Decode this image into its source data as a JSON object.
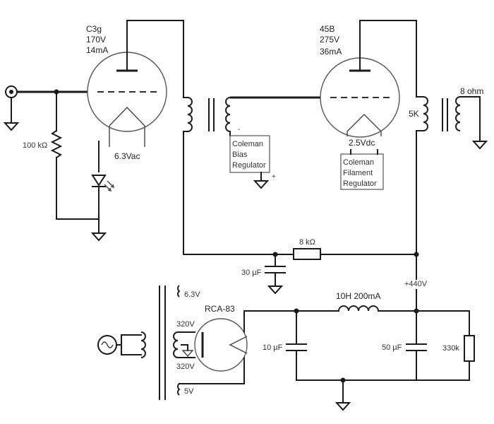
{
  "input_tube": {
    "type": "C3g",
    "voltage": "170V",
    "current": "14mA",
    "filament": "6.3Vac"
  },
  "output_tube": {
    "type": "45B",
    "voltage": "275V",
    "current": "36mA",
    "filament": "2.5Vdc"
  },
  "grid_resistor": "100 kΩ",
  "bias_regulator": {
    "lines": [
      "Coleman",
      "Bias",
      "Regulator"
    ],
    "minus": "-",
    "plus": "+"
  },
  "filament_regulator": {
    "lines": [
      "Coleman",
      "Filament",
      "Regulator"
    ]
  },
  "output_transformer": {
    "primary": "5K",
    "secondary": "8 ohm"
  },
  "supply": {
    "resistor": "8 kΩ",
    "cap_30": "30 µF",
    "b_plus": "+440V",
    "choke": "10H 200mA",
    "cap_10": "10 µF",
    "cap_50": "50 µF",
    "bleeder": "330k"
  },
  "power_transformer": {
    "heater": "6.3V",
    "hv_top": "320V",
    "hv_bottom": "320V",
    "rectifier_heater": "5V"
  },
  "rectifier": "RCA-83"
}
